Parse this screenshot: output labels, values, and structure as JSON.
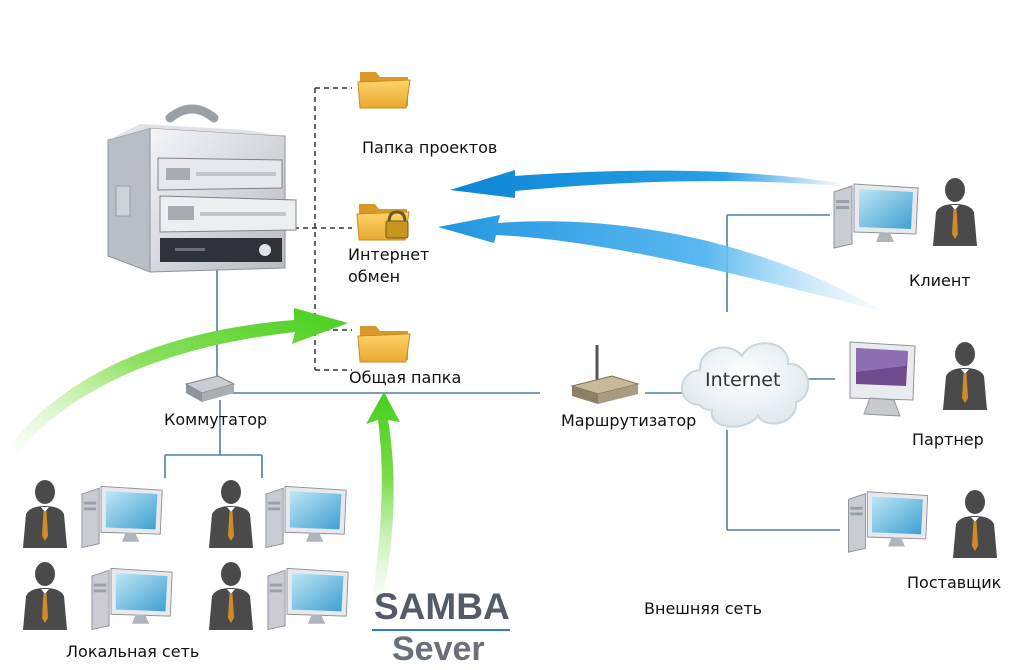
{
  "labels": {
    "projects_folder": "Папка проектов",
    "internet_exchange_line1": "Интернет",
    "internet_exchange_line2": "обмен",
    "shared_folder": "Общая папка",
    "switch": "Коммутатор",
    "router": "Маршрутизатор",
    "internet": "Internet",
    "client": "Клиент",
    "partner": "Партнер",
    "supplier": "Поставщик",
    "external_network": "Внешняя сеть",
    "local_network": "Локальная сеть"
  },
  "logo": {
    "line1": "SAMBA",
    "line2": "Sever"
  },
  "colors": {
    "line": "#4f7fa6",
    "arrow_blue": "#1a8fd6",
    "arrow_green": "#55d62a",
    "folder": "#f2b845",
    "person": "#4a4a4a",
    "tie": "#d08a2a",
    "screen": "#3d9fd0"
  },
  "icons": [
    "server-icon",
    "folder-icon",
    "lock-icon",
    "switch-icon",
    "router-icon",
    "cloud-icon",
    "computer-icon",
    "person-icon",
    "imac-icon"
  ]
}
